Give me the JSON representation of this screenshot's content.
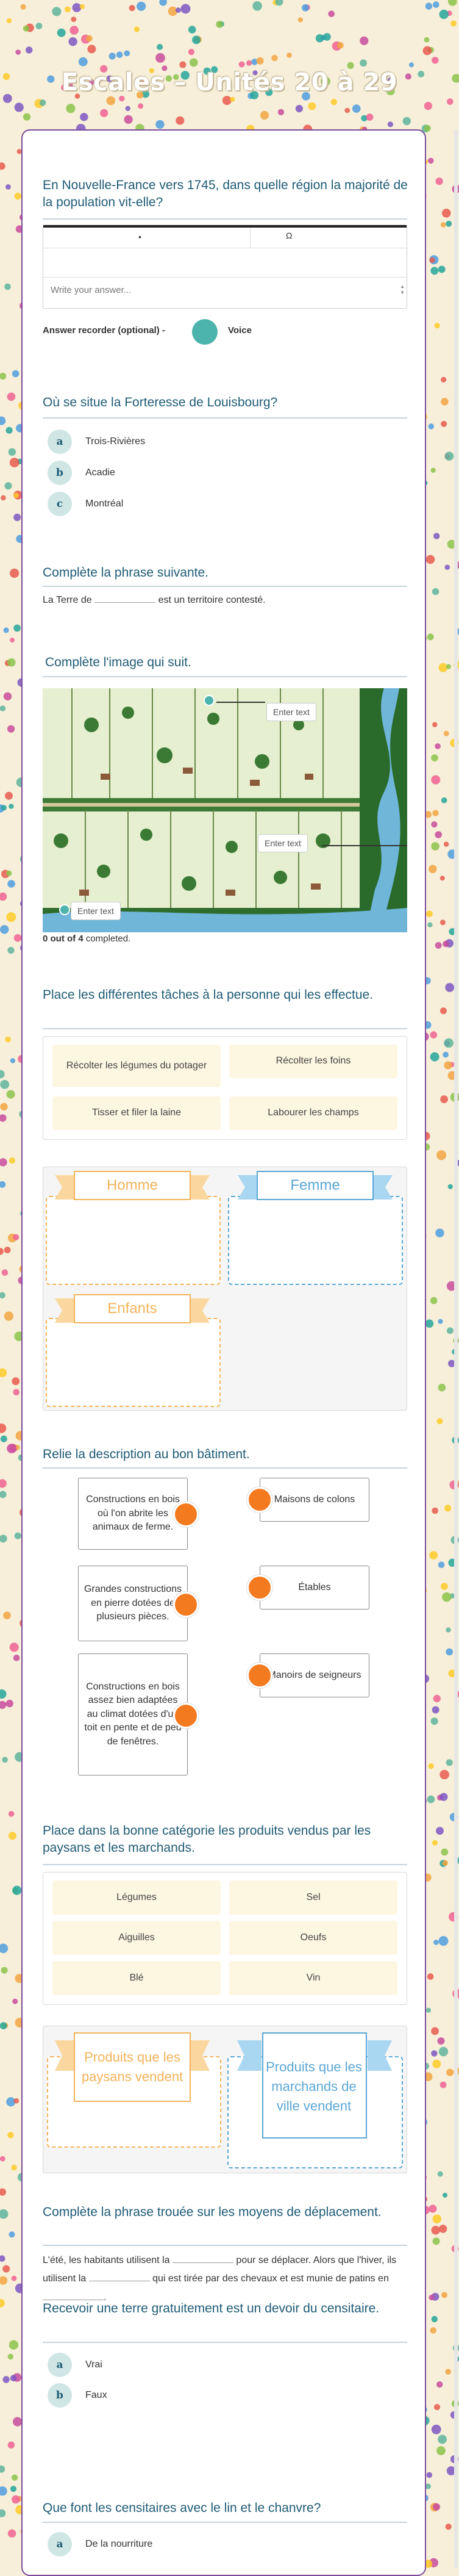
{
  "header": {
    "title": "Escales – Unités 20 à 29"
  },
  "q1": {
    "title": "En Nouvelle-France vers 1745, dans quelle région la majorité de la population vit-elle?",
    "toolbar_symbols": [
      "•",
      "Ω"
    ],
    "placeholder": "Write your answer...",
    "recorder_label": "Answer recorder (optional) -",
    "voice_label": "Voice"
  },
  "q2": {
    "title": "Où se situe la Forteresse de Louisbourg?",
    "options": [
      {
        "letter": "a",
        "label": "Trois-Rivières"
      },
      {
        "letter": "b",
        "label": "Acadie"
      },
      {
        "letter": "c",
        "label": "Montréal"
      }
    ]
  },
  "q3": {
    "title": "Complète la phrase suivante.",
    "before": "La Terre de",
    "after": "est un territoire contesté."
  },
  "q4": {
    "title": "Complète l'image qui suit.",
    "placeholder": "Enter text",
    "progress_strong": "0 out of 4",
    "progress_rest": " completed."
  },
  "q5": {
    "title": "Place les différentes tâches à la personne qui les effectue.",
    "items": [
      "Récolter les légumes du potager",
      "Récolter les foins",
      "Tisser et filer la laine",
      "Labourer les champs"
    ],
    "categories": [
      "Homme",
      "Femme",
      "Enfants"
    ]
  },
  "q6": {
    "title": "Relie la description au bon bâtiment.",
    "left": [
      "Constructions en bois où l'on abrite les animaux de ferme.",
      "Grandes constructions en pierre dotées de plusieurs pièces.",
      "Constructions en bois assez bien adaptées au climat dotées d'un toit en pente et de peu de fenêtres."
    ],
    "right": [
      "Maisons de colons",
      "Étables",
      "Manoirs de seigneurs"
    ]
  },
  "q7": {
    "title": "Place dans la bonne catégorie les produits vendus par les paysans et les marchands.",
    "items": [
      "Légumes",
      "Sel",
      "Aiguilles",
      "Oeufs",
      "Blé",
      "Vin"
    ],
    "categories": [
      "Produits que les paysans vendent",
      "Produits que les marchands de ville vendent"
    ]
  },
  "q8": {
    "title": "Complète la phrase trouée sur les moyens de déplacement.",
    "p1": "L'été, les habitants utilisent la",
    "p2": "pour se déplacer. Alors que l'hiver, ils utilisent la",
    "p3": "qui est tirée par des chevaux et est munie de patins en",
    "p4": "."
  },
  "q9": {
    "title": "Recevoir une terre gratuitement est un devoir du censitaire.",
    "options": [
      {
        "letter": "a",
        "label": "Vrai"
      },
      {
        "letter": "b",
        "label": "Faux"
      }
    ]
  },
  "q10": {
    "title": "Que font les censitaires avec le lin et le chanvre?",
    "options": [
      {
        "letter": "a",
        "label": "De la nourriture"
      }
    ]
  },
  "colors": {
    "accent": "#1f5b75",
    "teal": "#4cb3ad",
    "orange": "#f47a20",
    "frame": "#7b4b9a"
  }
}
